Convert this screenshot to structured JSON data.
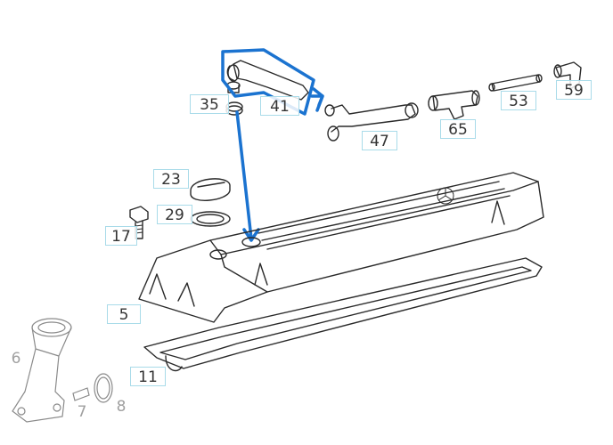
{
  "diagram": {
    "callouts": [
      {
        "id": "35",
        "label": "35"
      },
      {
        "id": "41",
        "label": "41"
      },
      {
        "id": "47",
        "label": "47"
      },
      {
        "id": "65",
        "label": "65"
      },
      {
        "id": "53",
        "label": "53"
      },
      {
        "id": "59",
        "label": "59"
      },
      {
        "id": "23",
        "label": "23"
      },
      {
        "id": "29",
        "label": "29"
      },
      {
        "id": "17",
        "label": "17"
      },
      {
        "id": "5",
        "label": "5"
      },
      {
        "id": "11",
        "label": "11"
      },
      {
        "id": "6",
        "label": "6"
      },
      {
        "id": "7",
        "label": "7"
      },
      {
        "id": "8",
        "label": "8"
      }
    ],
    "highlight_color": "#1b73d0",
    "callout_border_color": "#a9dbe9",
    "highlighted_part": "41"
  }
}
